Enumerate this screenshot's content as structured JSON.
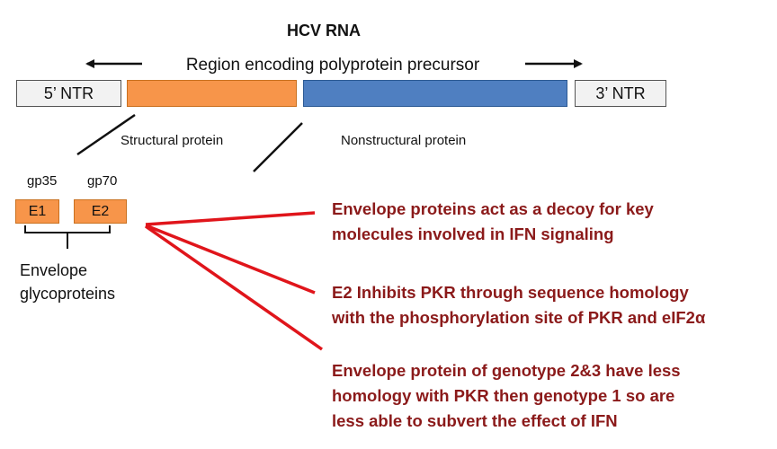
{
  "title": "HCV RNA",
  "region_label": "Region encoding polyprotein precursor",
  "genome": {
    "ntr_5": "5’ NTR",
    "ntr_3": "3’ NTR",
    "structural_label": "Structural protein",
    "nonstructural_label": "Nonstructural protein"
  },
  "envelope": {
    "gp35": "gp35",
    "gp70": "gp70",
    "e1": "E1",
    "e2": "E2",
    "label_line1": "Envelope",
    "label_line2": "glycoproteins"
  },
  "notes": [
    {
      "lines": [
        "Envelope proteins act as a decoy for key",
        "molecules involved in IFN signaling"
      ]
    },
    {
      "lines": [
        "E2 Inhibits PKR through sequence homology",
        "with the phosphorylation  site of PKR and eIF2α"
      ]
    },
    {
      "lines": [
        "Envelope protein of genotype 2&3 have less",
        "homology with PKR then genotype 1 so  are",
        "less able to subvert the effect of IFN"
      ]
    }
  ],
  "colors": {
    "structural": "#f7954a",
    "nonstructural": "#4f7fc1",
    "note_text": "#8b1a1a",
    "pointer_lines": "#e0151b"
  }
}
